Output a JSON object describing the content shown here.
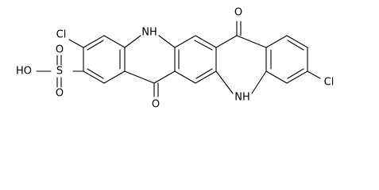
{
  "atom_labels": {
    "nh_top": "NH",
    "nh_bottom": "NH",
    "o_top": "O",
    "o_bottom": "O",
    "cl_left": "Cl",
    "cl_right": "Cl",
    "s": "S",
    "o_sulfonyl_top": "O",
    "o_sulfonyl_bottom": "O",
    "ho": "HO"
  },
  "colors": {
    "ink": "#000000",
    "background": "#ffffff"
  }
}
